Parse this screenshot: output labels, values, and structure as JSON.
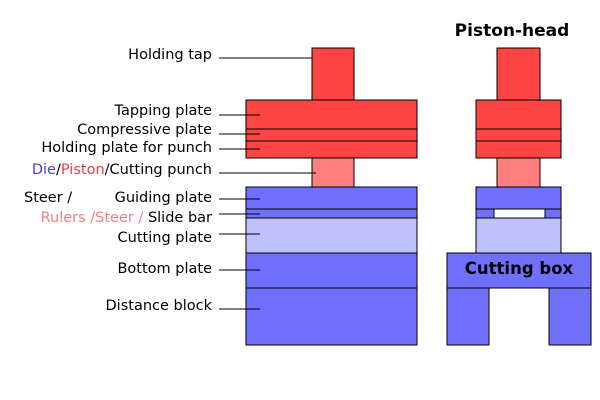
{
  "colors": {
    "red": "#ff4444",
    "pink": "#ff7f7f",
    "blue": "#7070ff",
    "light_blue": "#c0c0ff",
    "label_blue": "#4444cc",
    "label_red": "#e84040",
    "label_pink": "#f08080"
  },
  "labels": {
    "holding_tap": "Holding tap",
    "tapping_plate": "Tapping plate",
    "compressive_plate": "Compressive plate",
    "holding_plate_for_punch": "Holding plate for punch",
    "die": "Die",
    "slash": "/",
    "piston": "Piston",
    "cutting_punch": "Cutting punch",
    "steer_top": "Steer /",
    "guiding_plate": "Guiding plate",
    "rulers_steer": "Rulers /Steer /",
    "slide_bar": "Slide bar",
    "cutting_plate": "Cutting plate",
    "bottom_plate": "Bottom plate",
    "distance_block": "Distance block"
  },
  "piston_head": {
    "title": "Piston-head"
  },
  "cutting_box": {
    "label": "Cutting box"
  }
}
